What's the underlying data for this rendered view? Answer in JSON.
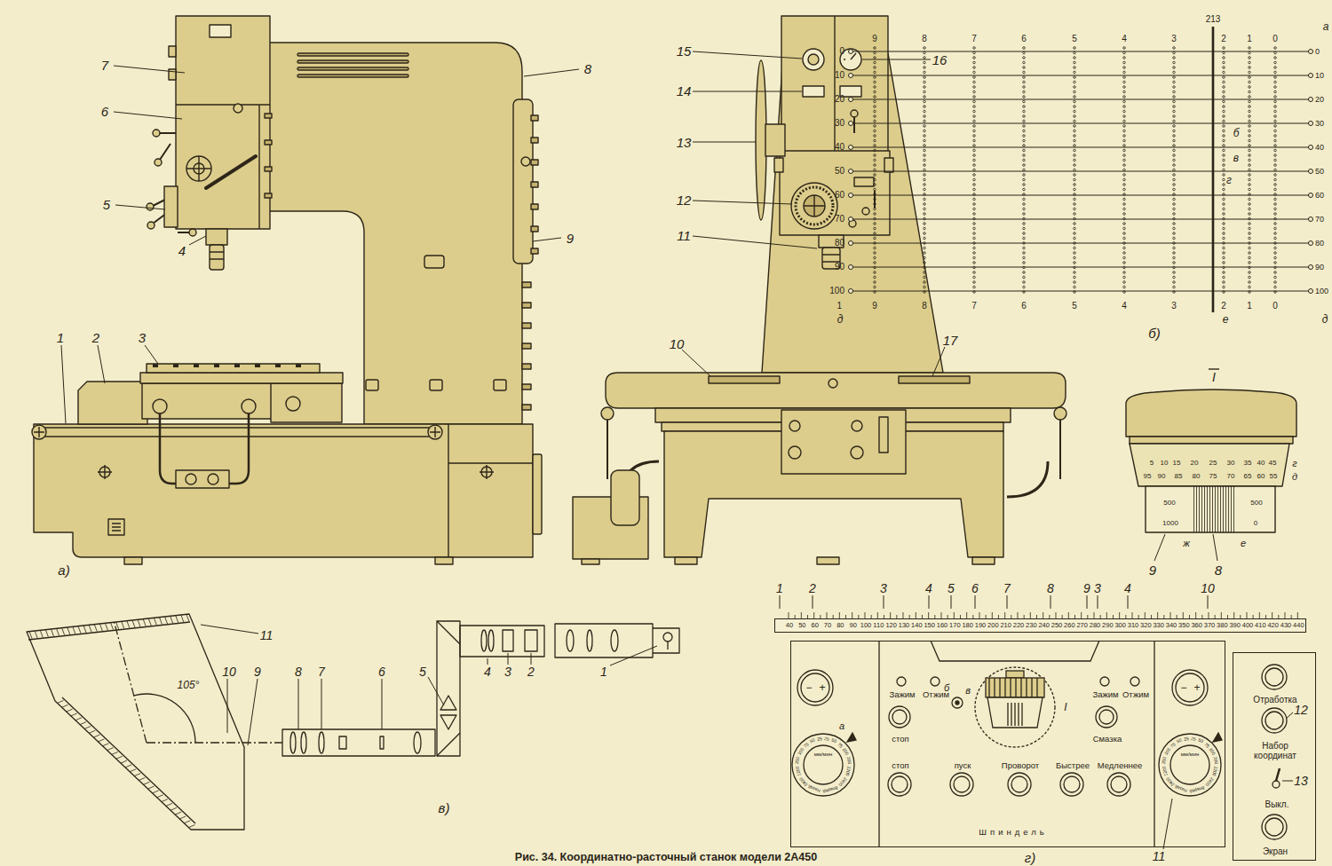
{
  "diagram": {
    "caption": "Рис. 34. Координатно-расточный станок модели 2А450",
    "nodes": [
      {
        "text": [
          "Зажим",
          "Отжим",
          "Зажим",
          "Отжим",
          "стоп",
          "Смазка",
          "стоп",
          "пуск",
          "Проворот",
          "Быстрее",
          "Медленнее",
          "Шпиндель"
        ]
      },
      {
        "text": [
          "Отработка",
          "Набор координат",
          "Выкл.",
          "Экран"
        ]
      },
      {
        "text": [
          "40",
          "50",
          "60",
          "70",
          "80",
          "90",
          "100",
          "110",
          "120",
          "130",
          "140",
          "150",
          "160",
          "170",
          "180",
          "190",
          "200",
          "210",
          "220",
          "230",
          "240",
          "250",
          "260",
          "270",
          "280",
          "290",
          "300",
          "310",
          "320",
          "330",
          "340",
          "350",
          "360",
          "370",
          "380",
          "390",
          "400",
          "410",
          "420",
          "430",
          "440"
        ]
      }
    ],
    "labels": [
      "7",
      "6",
      "5",
      "4",
      "1",
      "2",
      "3",
      "8",
      "9",
      "а)",
      "15",
      "14",
      "13",
      "12",
      "11",
      "10",
      "16",
      "17",
      "213",
      "а",
      "9",
      "8",
      "7",
      "6",
      "5",
      "4",
      "3",
      "2",
      "1",
      "0",
      "0",
      "10",
      "20",
      "30",
      "40",
      "50",
      "60",
      "70",
      "80",
      "90",
      "100",
      "0",
      "10",
      "20",
      "30",
      "40",
      "50",
      "60",
      "70",
      "80",
      "90",
      "100",
      "9",
      "8",
      "7",
      "6",
      "5",
      "4",
      "3",
      "2",
      "1",
      "0",
      "1",
      "д",
      "е",
      "д",
      "б",
      "в",
      "г",
      "б)",
      "I",
      "5",
      "10",
      "15",
      "20",
      "25",
      "30",
      "35",
      "40",
      "45",
      "г",
      "95",
      "90",
      "85",
      "80",
      "75",
      "70",
      "65",
      "60",
      "55",
      "д",
      "500",
      "1000",
      "500",
      "0",
      "ж",
      "е",
      "9",
      "8",
      "11",
      "10",
      "9",
      "8",
      "7",
      "6",
      "5",
      "4",
      "3",
      "2",
      "1",
      "105°",
      "в)",
      "1",
      "2",
      "3",
      "4",
      "5",
      "6",
      "7",
      "8",
      "9",
      "3",
      "4",
      "10",
      "11",
      "12",
      "13",
      "г)",
      "а",
      "б",
      "в",
      "I",
      "−",
      "+",
      "−",
      "+",
      "мм/мин",
      "25",
      "50",
      "75",
      "100",
      "200",
      "1200",
      "2400",
      "Вперед",
      "Назад",
      "2400",
      "1200",
      "200",
      "100",
      "75",
      "50",
      "25",
      "мм/мин",
      "25",
      "50",
      "75",
      "100",
      "200",
      "1200",
      "2400",
      "Вперед",
      "Назад",
      "2400",
      "1200",
      "200",
      "100",
      "75",
      "50",
      "25"
    ]
  }
}
